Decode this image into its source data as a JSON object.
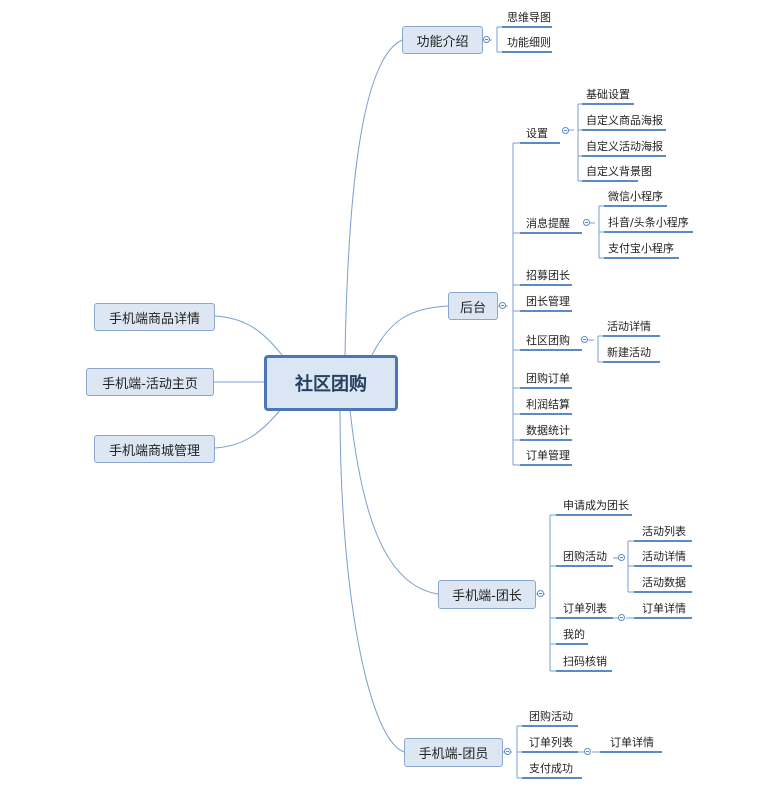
{
  "root": "社区团购",
  "left": [
    "手机端商品详情",
    "手机端-活动主页",
    "手机端商城管理"
  ],
  "features": {
    "label": "功能介绍",
    "items": [
      "思维导图",
      "功能细则"
    ]
  },
  "backend": {
    "label": "后台",
    "settings": {
      "label": "设置",
      "items": [
        "基础设置",
        "自定义商品海报",
        "自定义活动海报",
        "自定义背景图"
      ]
    },
    "notify": {
      "label": "消息提醒",
      "items": [
        "微信小程序",
        "抖音/头条小程序",
        "支付宝小程序"
      ]
    },
    "recruit": "招募团长",
    "leader_mgmt": "团长管理",
    "community": {
      "label": "社区团购",
      "items": [
        "活动详情",
        "新建活动"
      ]
    },
    "group_orders": "团购订单",
    "profit": "利润结算",
    "stats": "数据统计",
    "order_mgmt": "订单管理"
  },
  "leader": {
    "label": "手机端-团长",
    "apply": "申请成为团长",
    "activity": {
      "label": "团购活动",
      "items": [
        "活动列表",
        "活动详情",
        "活动数据"
      ]
    },
    "orders": {
      "label": "订单列表",
      "items": [
        "订单详情"
      ]
    },
    "mine": "我的",
    "scan": "扫码核销"
  },
  "member": {
    "label": "手机端-团员",
    "activity": "团购活动",
    "orders": {
      "label": "订单列表",
      "items": [
        "订单详情"
      ]
    },
    "paid": "支付成功"
  }
}
